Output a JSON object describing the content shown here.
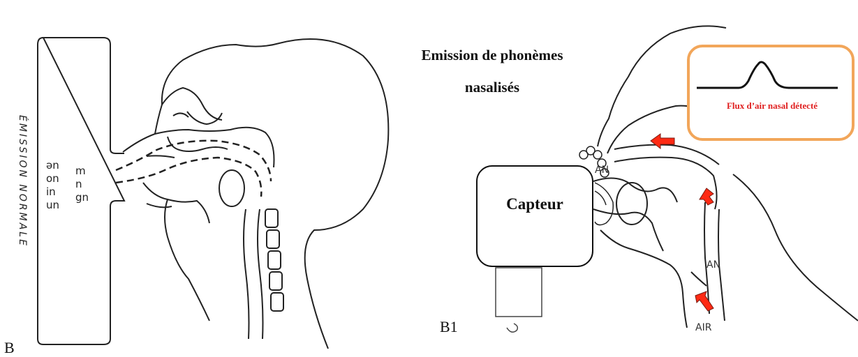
{
  "title_line1": "Emission de phonèmes",
  "title_line2": "nasalisés",
  "left_panel": {
    "corner_label": "B",
    "vertical_label": "ÉMISSION NORMALE",
    "vowels": [
      "ən",
      "on",
      "in",
      "un"
    ],
    "consonants": [
      "m",
      "n",
      "gn"
    ]
  },
  "right_panel": {
    "corner_label": "B1",
    "sensor_label": "Capteur",
    "flow_box_label": "Flux d’air nasal détecté",
    "tags": {
      "an_upper": "AN",
      "an_lower": "AN",
      "air": "AIR"
    }
  },
  "colors": {
    "flow_box_border": "#f2a65a",
    "flow_label": "#e02020",
    "arrow": "#ff2a14"
  }
}
